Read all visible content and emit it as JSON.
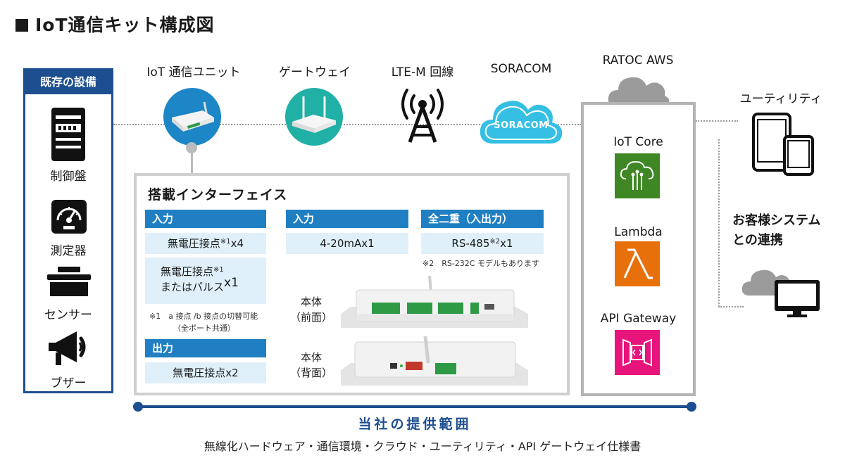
{
  "title": "IoT通信キット構成図",
  "equipment": {
    "header": "既存の設備",
    "items": [
      "制御盤",
      "測定器",
      "センサー",
      "ブザー"
    ]
  },
  "chain": {
    "unit": "IoT 通信ユニット",
    "gateway": "ゲートウェイ",
    "lte": "LTE-M 回線",
    "soracom": "SORACOM",
    "soracom_logo": "SORACOM"
  },
  "interface": {
    "title": "搭載インターフェイス",
    "input1": {
      "header": "入力",
      "row1": "無電圧接点",
      "row1_sup": "※1",
      "row1_suffix": "x4",
      "row2_line1": "無電圧接点",
      "row2_sup": "※1",
      "row2_line2": "またはパルス",
      "row2_suffix": "x1",
      "note1": "※1　a 接点 /b 接点の切替可能",
      "note2": "（全ポート共通）"
    },
    "output": {
      "header": "出力",
      "row": "無電圧接点x2"
    },
    "input2": {
      "header": "入力",
      "row": "4-20mAx1"
    },
    "duplex": {
      "header": "全二重（入出力）",
      "row": "RS-485",
      "row_sup": "※2",
      "row_suffix": "x1",
      "note": "※2　RS-232C モデルもあります"
    },
    "front": {
      "line1": "本体",
      "line2": "（前面）"
    },
    "back": {
      "line1": "本体",
      "line2": "（背面）"
    }
  },
  "aws": {
    "title": "RATOC AWS",
    "services": [
      {
        "name": "IoT Core",
        "color": "#3f8624"
      },
      {
        "name": "Lambda",
        "color": "#e8700b"
      },
      {
        "name": "API Gateway",
        "color": "#e7157b"
      }
    ]
  },
  "utility": {
    "title": "ユーティリティ",
    "customer_line1": "お客様システム",
    "customer_line2": "との連携"
  },
  "scope": {
    "title": "当社の提供範囲",
    "description": "無線化ハードウェア・通信環境・クラウド・ユーティリティ・API ゲートウェイ仕様書"
  }
}
